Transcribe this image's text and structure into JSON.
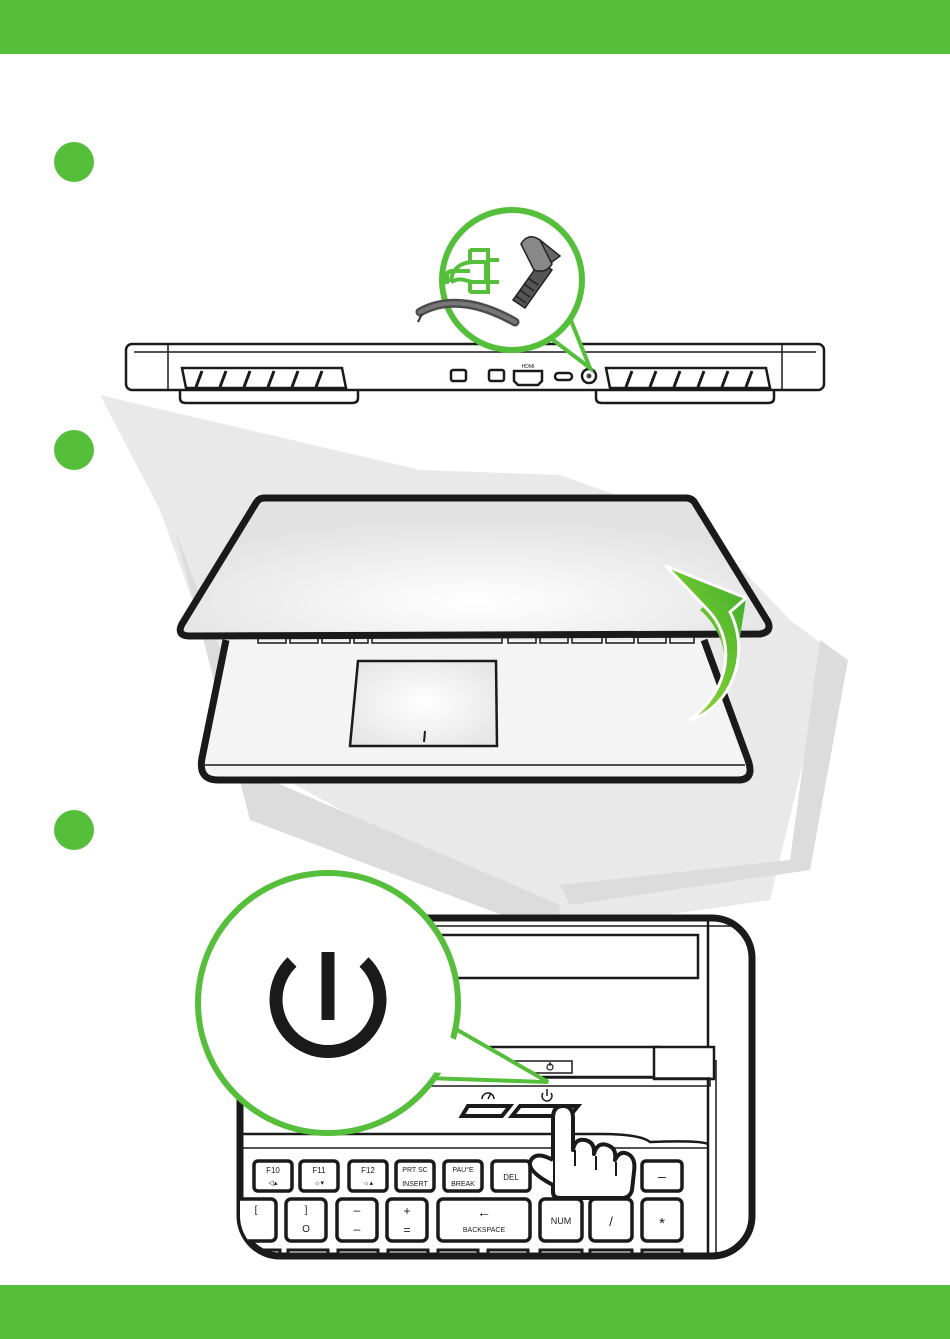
{
  "colors": {
    "accent": "#55bf3b",
    "outline": "#1a1a1a",
    "backdrop": "#e9e9e9"
  },
  "steps": [
    {
      "id": 1,
      "icon": "power-plug-icon"
    },
    {
      "id": 2,
      "icon": "open-lid-arrow-icon"
    },
    {
      "id": 3,
      "icon": "power-icon"
    }
  ],
  "ports": {
    "hdmi": "HDMI"
  },
  "keys": {
    "f10": "F10",
    "f10_sub": "◁▴",
    "f11": "F11",
    "f11_sub": "☼▾",
    "f12": "F12",
    "f12_sub": "☼▴",
    "prtsc": "PRT SC",
    "insert": "INSERT",
    "pause": "PAU°E",
    "break": "BREAK",
    "del": "DEL",
    "minus": "–",
    "bracket_open": "[",
    "bracket_close": "]",
    "bracket_close_sub": "O",
    "dash": "–",
    "dash_sub": "–",
    "plus": "+",
    "plus_sub": "=",
    "backspace_arrow": "←",
    "backspace": "BACKSPACE",
    "num": "NUM",
    "slash": "/",
    "star": "*"
  }
}
